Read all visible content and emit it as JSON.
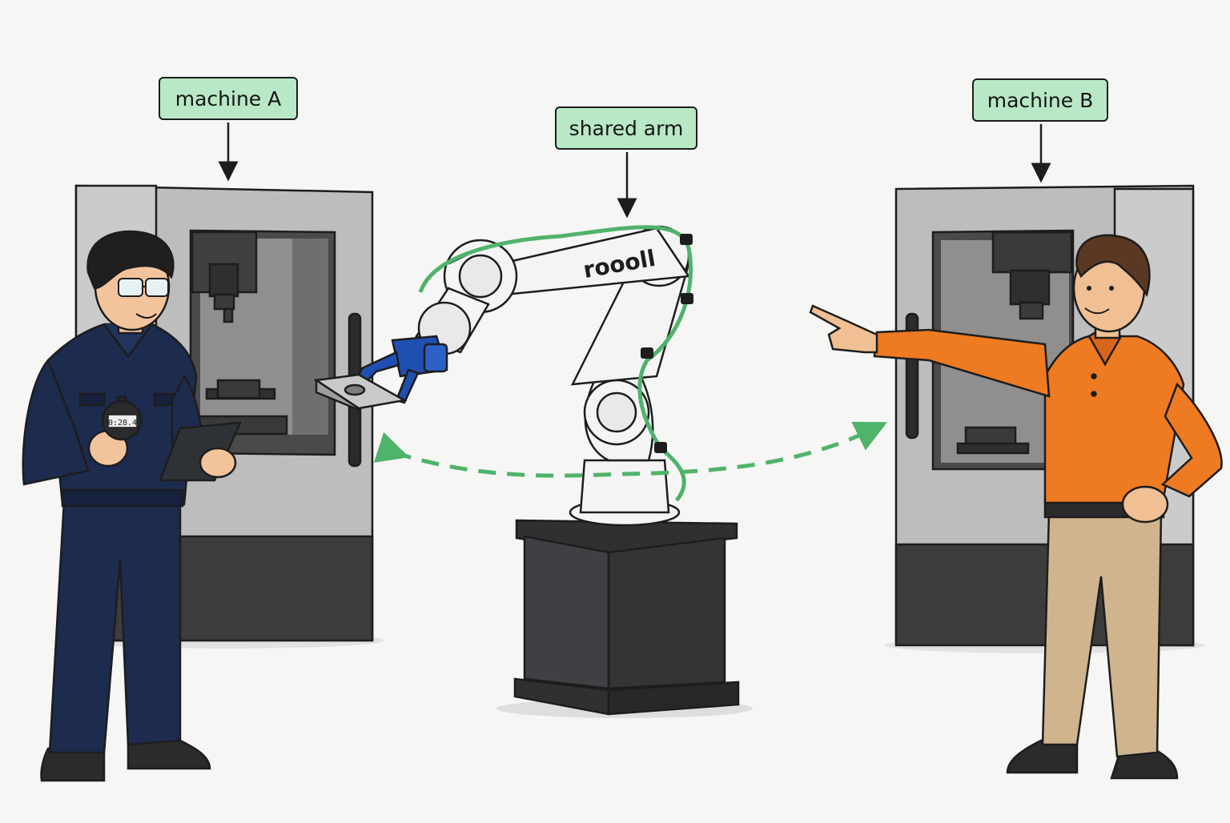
{
  "labels": {
    "machine_a": "machine A",
    "shared_arm": "shared arm",
    "machine_b": "machine B"
  },
  "robot": {
    "brand": "roooll"
  },
  "stopwatch": {
    "readout": "0:28.4"
  },
  "colors": {
    "label_fill": "#b8e8c6",
    "accent_green": "#4fb36a",
    "machine_body": "#bcbcbc",
    "machine_dark": "#3a3a3a",
    "coverall_navy": "#1d2b4f",
    "shirt_orange": "#ee7a22",
    "pants_khaki": "#cfb48e",
    "gripper_blue": "#1f4fb0",
    "pedestal": "#3b3c3e"
  },
  "icons": [
    "down-arrow-icon",
    "double-headed-arrow-icon",
    "stopwatch-icon",
    "tablet-icon"
  ]
}
